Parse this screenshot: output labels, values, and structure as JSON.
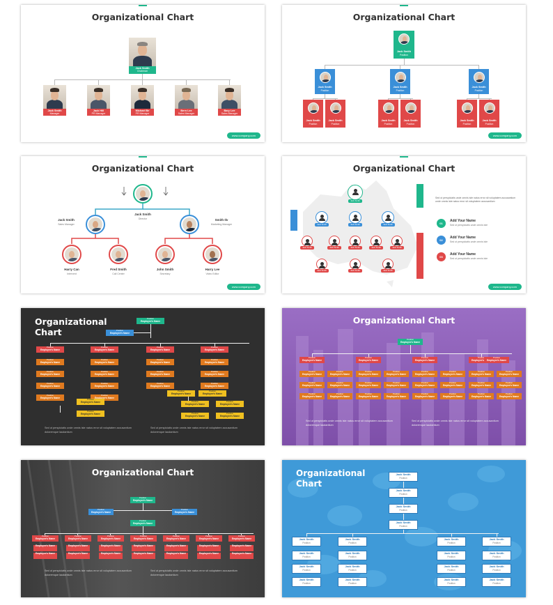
{
  "slides": {
    "s1": {
      "title": "Organizational Chart",
      "url": "www.company.com",
      "top": {
        "name": "Jack Smith",
        "role": "Chairman"
      },
      "people": [
        {
          "name": "Jack Smith",
          "role": "Manager"
        },
        {
          "name": "Jack Hill",
          "role": "PR Manager"
        },
        {
          "name": "Michael Be",
          "role": "PR Manager"
        },
        {
          "name": "Bern Lee",
          "role": "Sales Manager"
        },
        {
          "name": "Bary Lee",
          "role": "Sales Manager"
        }
      ]
    },
    "s2": {
      "title": "Organizational Chart",
      "url": "www.company.com",
      "top": {
        "name": "Jack Smith",
        "role": "Position"
      },
      "mid": {
        "name": "Jack Smith",
        "role": "Position"
      },
      "low": {
        "name": "Jack Smith",
        "role": "Position"
      }
    },
    "s3": {
      "title": "Organizational Chart",
      "url": "www.company.com",
      "director": {
        "name": "Jack Smith",
        "role": "Director"
      },
      "left": {
        "name": "Jack Smith",
        "role": "Sales Manager"
      },
      "right": {
        "name": "Smith Ilv",
        "role": "Marketing Manager"
      },
      "bottom": [
        {
          "name": "Harry Can",
          "role": "Intervent"
        },
        {
          "name": "Fred Smith",
          "role": "Call Center"
        },
        {
          "name": "John Smith",
          "role": "Secretary"
        },
        {
          "name": "Harry Lee",
          "role": "Video Editor"
        }
      ]
    },
    "s4": {
      "title": "Organizational Chart",
      "url": "www.company.com",
      "blurb": "Sed ut perspiciatis unde omnis iste natus error sit voluptatem accusantium unde omnis iste natus error sit voluptatem accusantium",
      "legend": [
        {
          "num": "01",
          "label": "Add Your Name",
          "text": "Sed ut perspiciatis unde omnis iste",
          "color": "#1fb78c"
        },
        {
          "num": "02",
          "label": "Add Your Name",
          "text": "Sed ut perspiciatis unde omnis iste",
          "color": "#3a8fd8"
        },
        {
          "num": "03",
          "label": "Add Your Name",
          "text": "Sed ut perspiciatis unde omnis iste",
          "color": "#e04848"
        }
      ],
      "node_label": "Jack Smith"
    },
    "s5": {
      "title": "Organizational Chart",
      "position": "Position",
      "employee": "Employee's Name",
      "para": "Sed ut perspiciatis unde omnis iste natus error sit voluptatem accusantium doloremque laudantium"
    },
    "s6": {
      "title": "Organizational Chart",
      "position": "Position",
      "employee": "Employee's Name",
      "para": "Sed ut perspiciatis unde omnis iste natus error sit voluptatem accusantium doloremque laudantium"
    },
    "s7": {
      "title": "Organizational Chart",
      "position": "Position",
      "employee": "Employee's Name",
      "para": "Sed ut perspiciatis unde omnis iste natus error sit voluptatem accusantium doloremque laudantium"
    },
    "s8": {
      "title": "Organizational Chart",
      "name": "Jack Smith",
      "role": "Position"
    }
  },
  "colors": {
    "green": "#1fb78c",
    "blue": "#3a8fd8",
    "red": "#e04848",
    "orange": "#e07a1f",
    "yellow": "#f0c020",
    "purple": "#8e5bb5"
  }
}
